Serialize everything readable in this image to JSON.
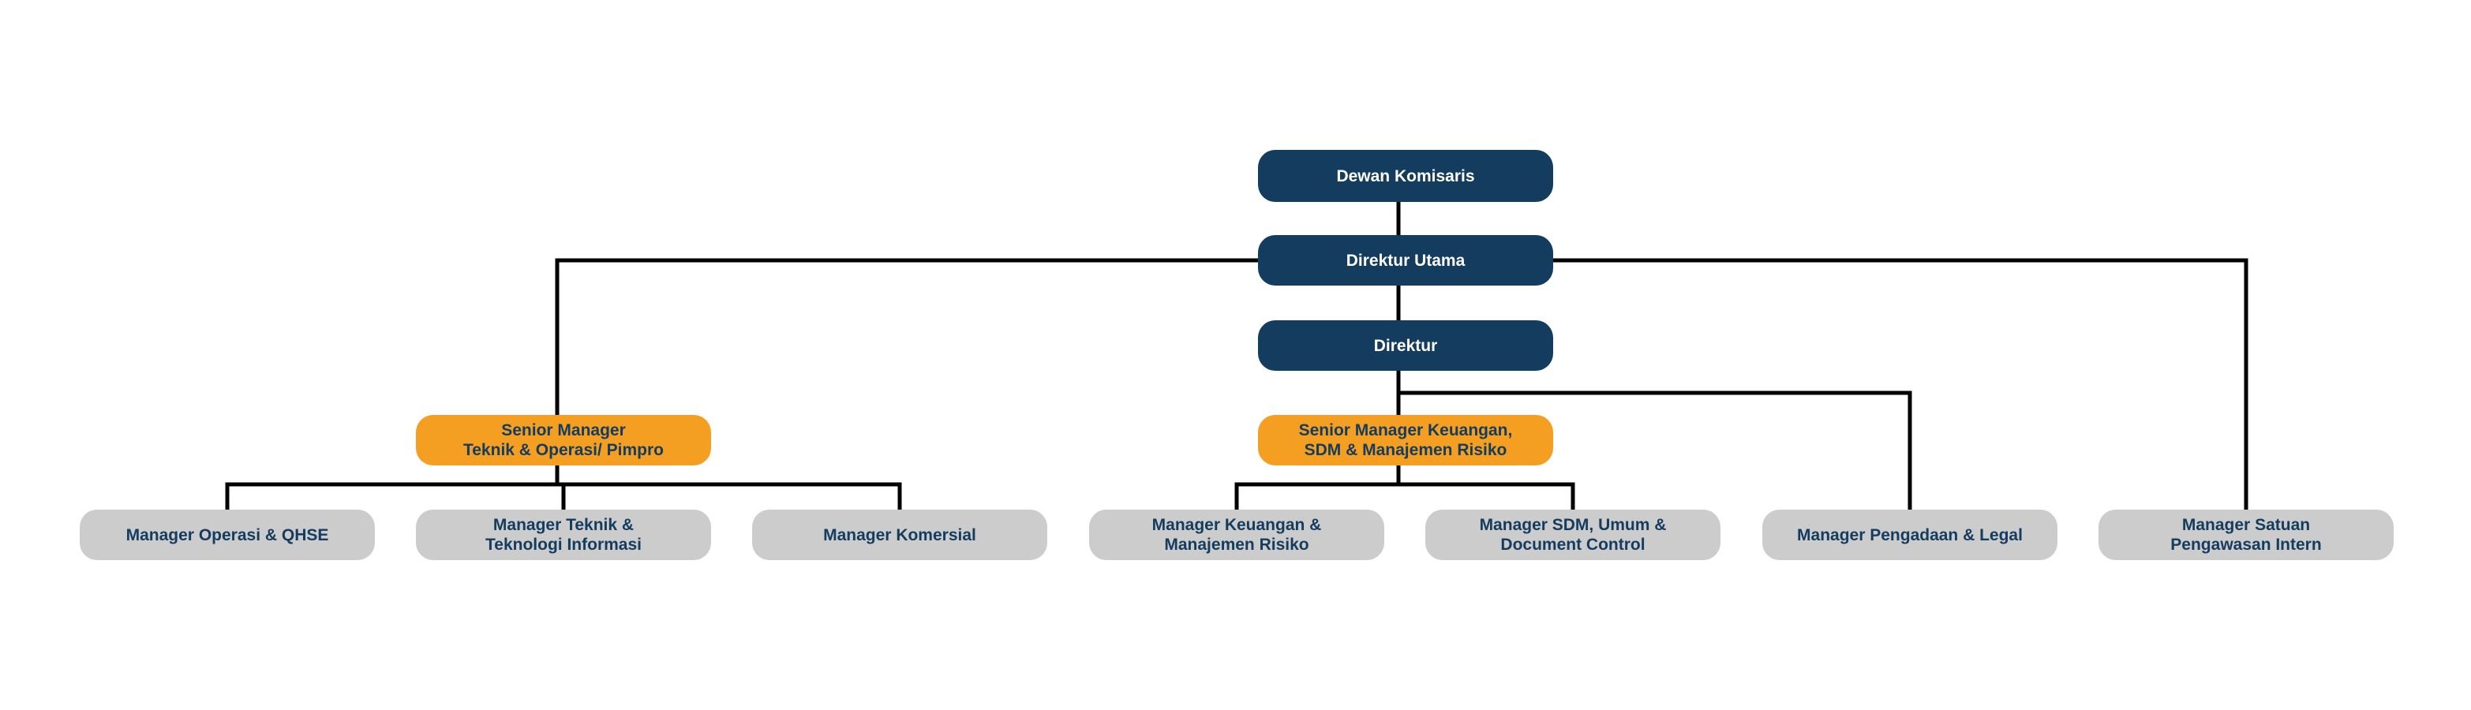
{
  "colors": {
    "executive_box": "#133c5f",
    "senior_manager_box": "#f59f22",
    "manager_box": "#cccccc",
    "dark_text": "#133c5f",
    "light_text": "#ffffff",
    "connector": "#000000"
  },
  "org": {
    "dewan_komisaris": "Dewan Komisaris",
    "direktur_utama": "Direktur Utama",
    "direktur": "Direktur",
    "senior_teknik": "Senior Manager\nTeknik & Operasi/ Pimpro",
    "senior_keuangan": "Senior Manager Keuangan,\nSDM & Manajemen Risiko",
    "managers": [
      "Manager Operasi & QHSE",
      "Manager Teknik &\nTeknologi Informasi",
      "Manager Komersial",
      "Manager Keuangan &\nManajemen Risiko",
      "Manager SDM, Umum &\nDocument Control",
      "Manager Pengadaan & Legal",
      "Manager Satuan\nPengawasan Intern"
    ]
  }
}
